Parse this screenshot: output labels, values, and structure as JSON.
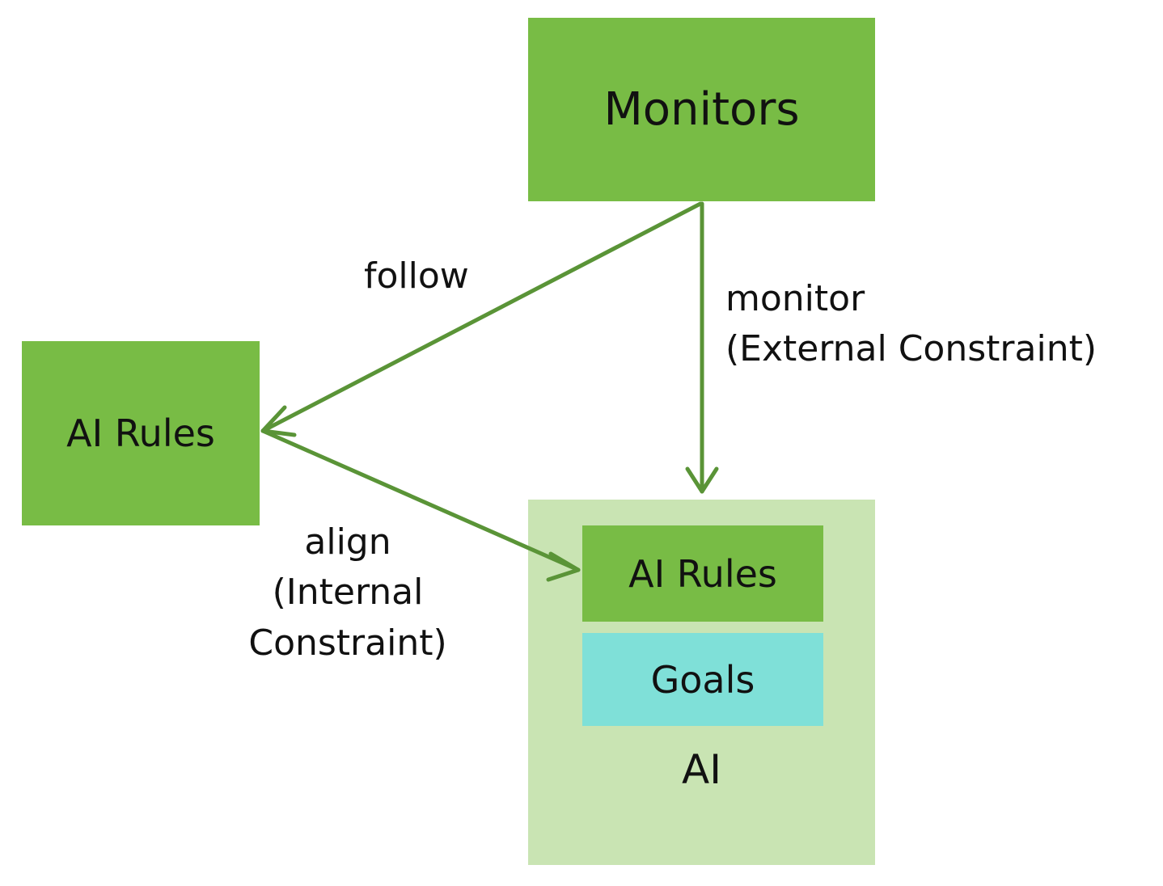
{
  "nodes": {
    "monitors": "Monitors",
    "ai_rules_external": "AI Rules",
    "ai_rules_internal": "AI Rules",
    "goals": "Goals",
    "ai": "AI"
  },
  "edges": {
    "follow": "follow",
    "monitor": "monitor",
    "monitor_sub": "(External Constraint)",
    "align_lines": [
      "align",
      "(Internal",
      "Constraint)"
    ]
  },
  "colors": {
    "box_green": "#78bc45",
    "container_light_green": "#c9e4b3",
    "goals_cyan": "#7fe0d8",
    "arrow_green": "#5a9437",
    "text": "#111111"
  }
}
